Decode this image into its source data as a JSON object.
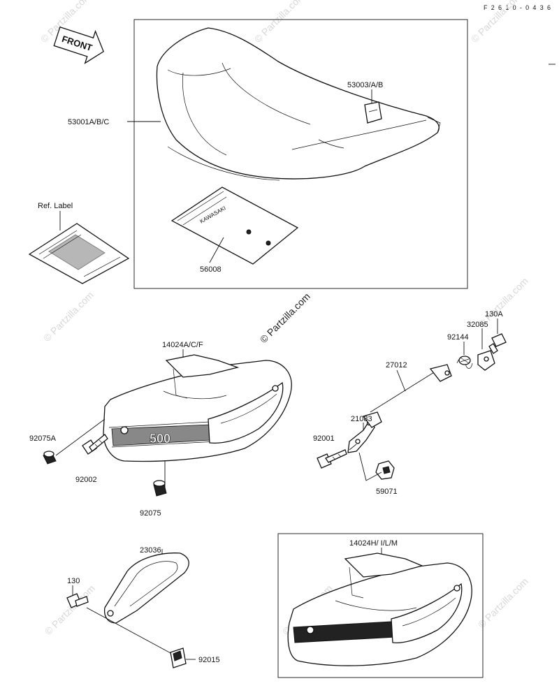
{
  "diagram_code": "F2610-0436",
  "front_arrow_label": "FRONT",
  "watermark_text": "© Partzilla.com",
  "ref_label": "Ref. Label",
  "emblem_text": "500",
  "label_card_text": "KAWASAKI",
  "labels": {
    "seat": "53001A/B/C",
    "seat_bracket": "53003/A/B",
    "manual": "56008",
    "cover_upper": "14024A/C/F",
    "cover_lower": "14024H/ I/L/M",
    "damper_a": "92075A",
    "bolt_92002": "92002",
    "damper": "92075",
    "cable": "27012",
    "bolt_130a": "130A",
    "bracket_32085": "32085",
    "spring_92144": "92144",
    "lever_21083": "21083",
    "bolt_92001": "92001",
    "lock_59071": "59071",
    "plate_23036": "23036",
    "bolt_130": "130",
    "nut_92015": "92015"
  }
}
